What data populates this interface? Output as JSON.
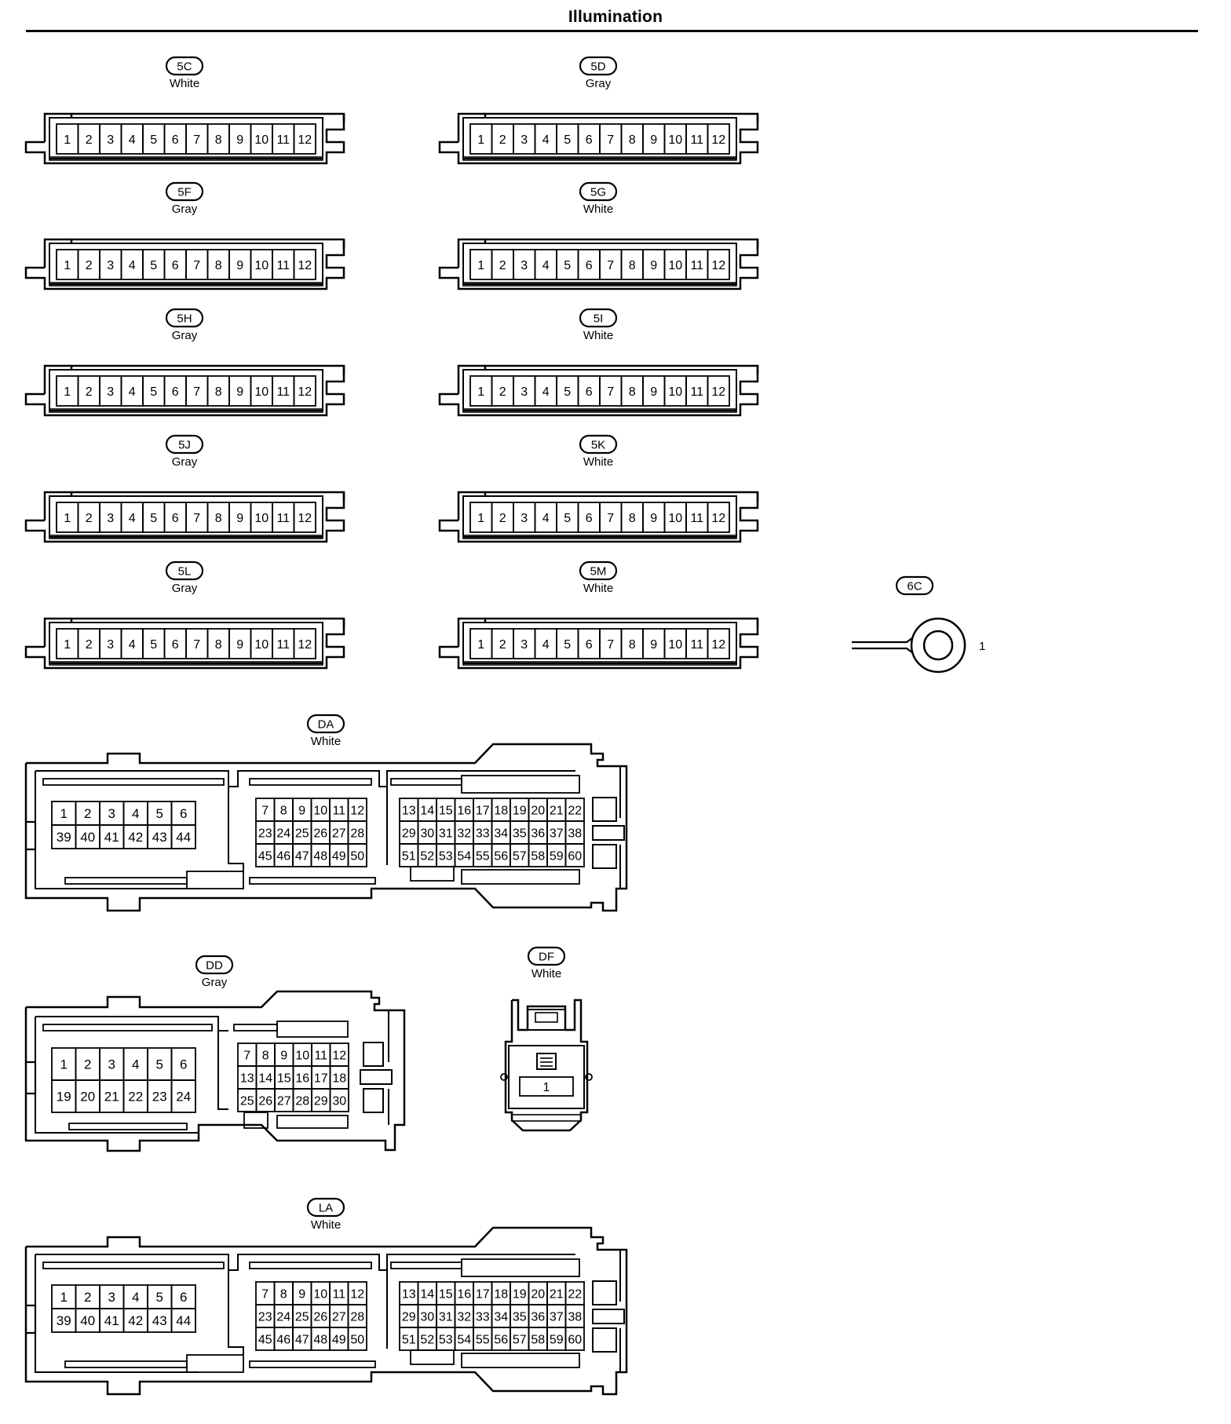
{
  "title": "Illumination",
  "connectors": [
    {
      "id": "5C",
      "color": "White",
      "type": "pin12",
      "pins": [
        "1",
        "2",
        "3",
        "4",
        "5",
        "6",
        "7",
        "8",
        "9",
        "10",
        "11",
        "12"
      ]
    },
    {
      "id": "5D",
      "color": "Gray",
      "type": "pin12",
      "pins": [
        "1",
        "2",
        "3",
        "4",
        "5",
        "6",
        "7",
        "8",
        "9",
        "10",
        "11",
        "12"
      ]
    },
    {
      "id": "5F",
      "color": "Gray",
      "type": "pin12",
      "pins": [
        "1",
        "2",
        "3",
        "4",
        "5",
        "6",
        "7",
        "8",
        "9",
        "10",
        "11",
        "12"
      ]
    },
    {
      "id": "5G",
      "color": "White",
      "type": "pin12",
      "pins": [
        "1",
        "2",
        "3",
        "4",
        "5",
        "6",
        "7",
        "8",
        "9",
        "10",
        "11",
        "12"
      ]
    },
    {
      "id": "5H",
      "color": "Gray",
      "type": "pin12",
      "pins": [
        "1",
        "2",
        "3",
        "4",
        "5",
        "6",
        "7",
        "8",
        "9",
        "10",
        "11",
        "12"
      ]
    },
    {
      "id": "5I",
      "color": "White",
      "type": "pin12",
      "pins": [
        "1",
        "2",
        "3",
        "4",
        "5",
        "6",
        "7",
        "8",
        "9",
        "10",
        "11",
        "12"
      ]
    },
    {
      "id": "5J",
      "color": "Gray",
      "type": "pin12",
      "pins": [
        "1",
        "2",
        "3",
        "4",
        "5",
        "6",
        "7",
        "8",
        "9",
        "10",
        "11",
        "12"
      ]
    },
    {
      "id": "5K",
      "color": "White",
      "type": "pin12",
      "pins": [
        "1",
        "2",
        "3",
        "4",
        "5",
        "6",
        "7",
        "8",
        "9",
        "10",
        "11",
        "12"
      ]
    },
    {
      "id": "5L",
      "color": "Gray",
      "type": "pin12",
      "pins": [
        "1",
        "2",
        "3",
        "4",
        "5",
        "6",
        "7",
        "8",
        "9",
        "10",
        "11",
        "12"
      ]
    },
    {
      "id": "5M",
      "color": "White",
      "type": "pin12",
      "pins": [
        "1",
        "2",
        "3",
        "4",
        "5",
        "6",
        "7",
        "8",
        "9",
        "10",
        "11",
        "12"
      ]
    },
    {
      "id": "6C",
      "color": "",
      "type": "ring",
      "pins": [
        "1"
      ]
    },
    {
      "id": "DA",
      "color": "White",
      "type": "ecu60",
      "left_rows": [
        [
          "1",
          "2",
          "3",
          "4",
          "5",
          "6"
        ],
        [
          "39",
          "40",
          "41",
          "42",
          "43",
          "44"
        ]
      ],
      "mid_rows": [
        [
          "7",
          "8",
          "9",
          "10",
          "11",
          "12"
        ],
        [
          "23",
          "24",
          "25",
          "26",
          "27",
          "28"
        ],
        [
          "45",
          "46",
          "47",
          "48",
          "49",
          "50"
        ]
      ],
      "right_rows": [
        [
          "13",
          "14",
          "15",
          "16",
          "17",
          "18",
          "19",
          "20",
          "21",
          "22"
        ],
        [
          "29",
          "30",
          "31",
          "32",
          "33",
          "34",
          "35",
          "36",
          "37",
          "38"
        ],
        [
          "51",
          "52",
          "53",
          "54",
          "55",
          "56",
          "57",
          "58",
          "59",
          "60"
        ]
      ]
    },
    {
      "id": "DD",
      "color": "Gray",
      "type": "ecu30",
      "left_rows": [
        [
          "1",
          "2",
          "3",
          "4",
          "5",
          "6"
        ],
        [
          "19",
          "20",
          "21",
          "22",
          "23",
          "24"
        ]
      ],
      "mid_rows": [
        [
          "7",
          "8",
          "9",
          "10",
          "11",
          "12"
        ],
        [
          "13",
          "14",
          "15",
          "16",
          "17",
          "18"
        ],
        [
          "25",
          "26",
          "27",
          "28",
          "29",
          "30"
        ]
      ]
    },
    {
      "id": "DF",
      "color": "White",
      "type": "single",
      "pins": [
        "1"
      ]
    },
    {
      "id": "LA",
      "color": "White",
      "type": "ecu60",
      "left_rows": [
        [
          "1",
          "2",
          "3",
          "4",
          "5",
          "6"
        ],
        [
          "39",
          "40",
          "41",
          "42",
          "43",
          "44"
        ]
      ],
      "mid_rows": [
        [
          "7",
          "8",
          "9",
          "10",
          "11",
          "12"
        ],
        [
          "23",
          "24",
          "25",
          "26",
          "27",
          "28"
        ],
        [
          "45",
          "46",
          "47",
          "48",
          "49",
          "50"
        ]
      ],
      "right_rows": [
        [
          "13",
          "14",
          "15",
          "16",
          "17",
          "18",
          "19",
          "20",
          "21",
          "22"
        ],
        [
          "29",
          "30",
          "31",
          "32",
          "33",
          "34",
          "35",
          "36",
          "37",
          "38"
        ],
        [
          "51",
          "52",
          "53",
          "54",
          "55",
          "56",
          "57",
          "58",
          "59",
          "60"
        ]
      ]
    }
  ]
}
